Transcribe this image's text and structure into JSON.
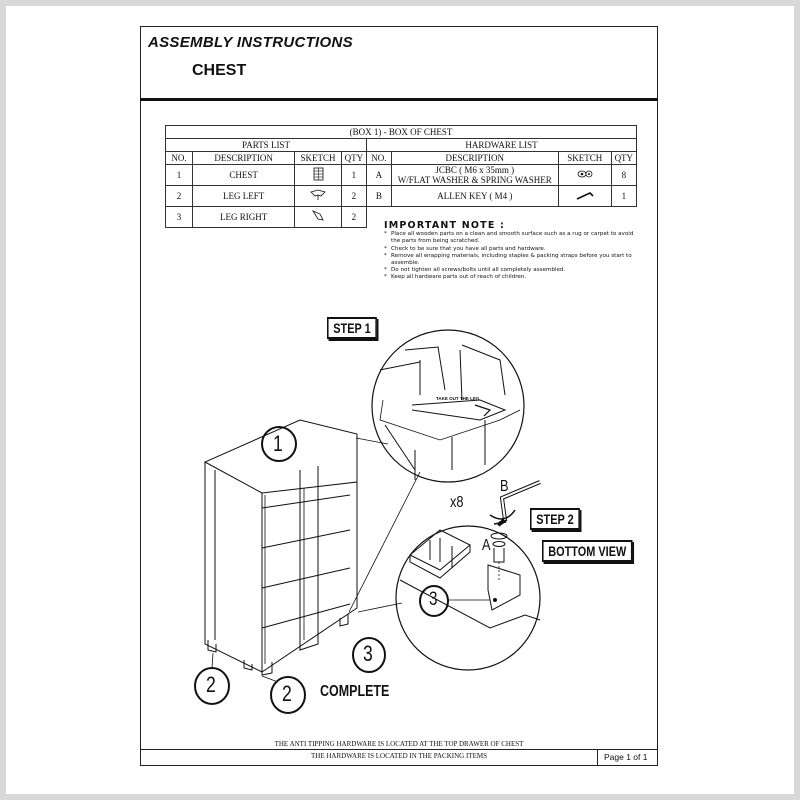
{
  "header": {
    "title": "ASSEMBLY INSTRUCTIONS",
    "product": "CHEST"
  },
  "table": {
    "box_title": "(BOX 1) - BOX OF CHEST",
    "parts_title": "PARTS LIST",
    "hardware_title": "HARDWARE LIST",
    "columns": {
      "no": "NO.",
      "description": "DESCRIPTION",
      "sketch": "SKETCH",
      "qty": "QTY"
    },
    "parts": [
      {
        "no": "1",
        "description": "CHEST",
        "qty": "1",
        "icon": "chest-sketch-icon"
      },
      {
        "no": "2",
        "description": "LEG LEFT",
        "qty": "2",
        "icon": "leg-left-sketch-icon"
      },
      {
        "no": "3",
        "description": "LEG RIGHT",
        "qty": "2",
        "icon": "leg-right-sketch-icon"
      }
    ],
    "hardware": [
      {
        "no": "A",
        "description_line1": "JCBC ( M6 x 35mm )",
        "description_line2": "W/FLAT WASHER & SPRING WASHER",
        "qty": "8",
        "icon": "bolt-washer-sketch-icon"
      },
      {
        "no": "B",
        "description_line1": "ALLEN KEY ( M4 )",
        "description_line2": "",
        "qty": "1",
        "icon": "allen-key-sketch-icon"
      }
    ]
  },
  "note": {
    "title": "IMPORTANT NOTE :",
    "items": [
      "Place all wooden parts on a clean and smooth surface such as a rug or carpet to avoid the parts from being scratched.",
      "Check to be sure  that you have all parts and hardware.",
      "Remove all wrapping materials, including staples & packing straps before you start to assemble.",
      "Do not tighten all screws/bolts until all completely assembled.",
      "Keep all hardware parts out of reach of children."
    ]
  },
  "steps": {
    "step1": "STEP 1",
    "step2": "STEP 2",
    "bottom_view": "BOTTOM VIEW",
    "complete": "COMPLETE",
    "take_out": "TAKE OUT THE LEG",
    "multiplier": "x8",
    "label_a": "A",
    "label_b": "B",
    "num_1": "1",
    "num_2": "2",
    "num_3": "3"
  },
  "footer": {
    "line1": "THE ANTI TIPPING HARDWARE IS LOCATED AT THE TOP DRAWER OF CHEST",
    "line2": "THE HARDWARE IS LOCATED IN THE PACKING ITEMS",
    "page": "Page  1  of  1"
  }
}
